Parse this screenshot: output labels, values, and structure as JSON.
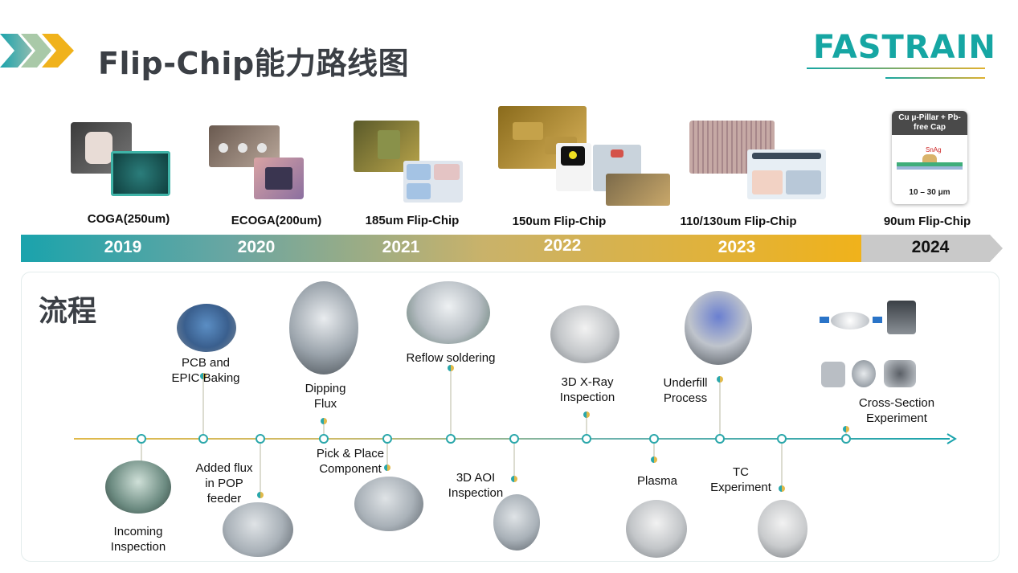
{
  "header": {
    "title": "Flip-Chip能力路线图",
    "logo_text": "FASTRAIN",
    "accent_teal": "#16a6a3",
    "accent_gold": "#e0b130"
  },
  "roadmap": {
    "products": [
      {
        "label": "COGA(250um)",
        "year": "2019"
      },
      {
        "label": "ECOGA(200um)",
        "year": "2020"
      },
      {
        "label": "185um Flip-Chip",
        "year": "2021"
      },
      {
        "label": "150um Flip-Chip",
        "year": "2022"
      },
      {
        "label": "110/130um Flip-Chip",
        "year": "2023"
      },
      {
        "label": "90um Flip-Chip",
        "year": "2024"
      }
    ],
    "pillar_card": {
      "title": "Cu μ-Pillar + Pb-free Cap",
      "bump_label": "SnAg",
      "dimension": "10 – 30 μm"
    }
  },
  "process": {
    "title": "流程",
    "steps": [
      {
        "label": "Incoming\nInspection",
        "position": "below"
      },
      {
        "label": "PCB and\nEPIC Baking",
        "position": "above"
      },
      {
        "label": "Added flux\nin POP\nfeeder",
        "position": "below"
      },
      {
        "label": "Dipping\nFlux",
        "position": "above"
      },
      {
        "label": "Pick & Place\nComponent",
        "position": "below"
      },
      {
        "label": "Reflow soldering",
        "position": "above"
      },
      {
        "label": "3D AOI\nInspection",
        "position": "below"
      },
      {
        "label": "3D X-Ray\nInspection",
        "position": "above"
      },
      {
        "label": "Plasma",
        "position": "below"
      },
      {
        "label": "Underfill\nProcess",
        "position": "above"
      },
      {
        "label": "TC\nExperiment",
        "position": "below"
      },
      {
        "label": "Cross-Section\nExperiment",
        "position": "above"
      }
    ]
  }
}
